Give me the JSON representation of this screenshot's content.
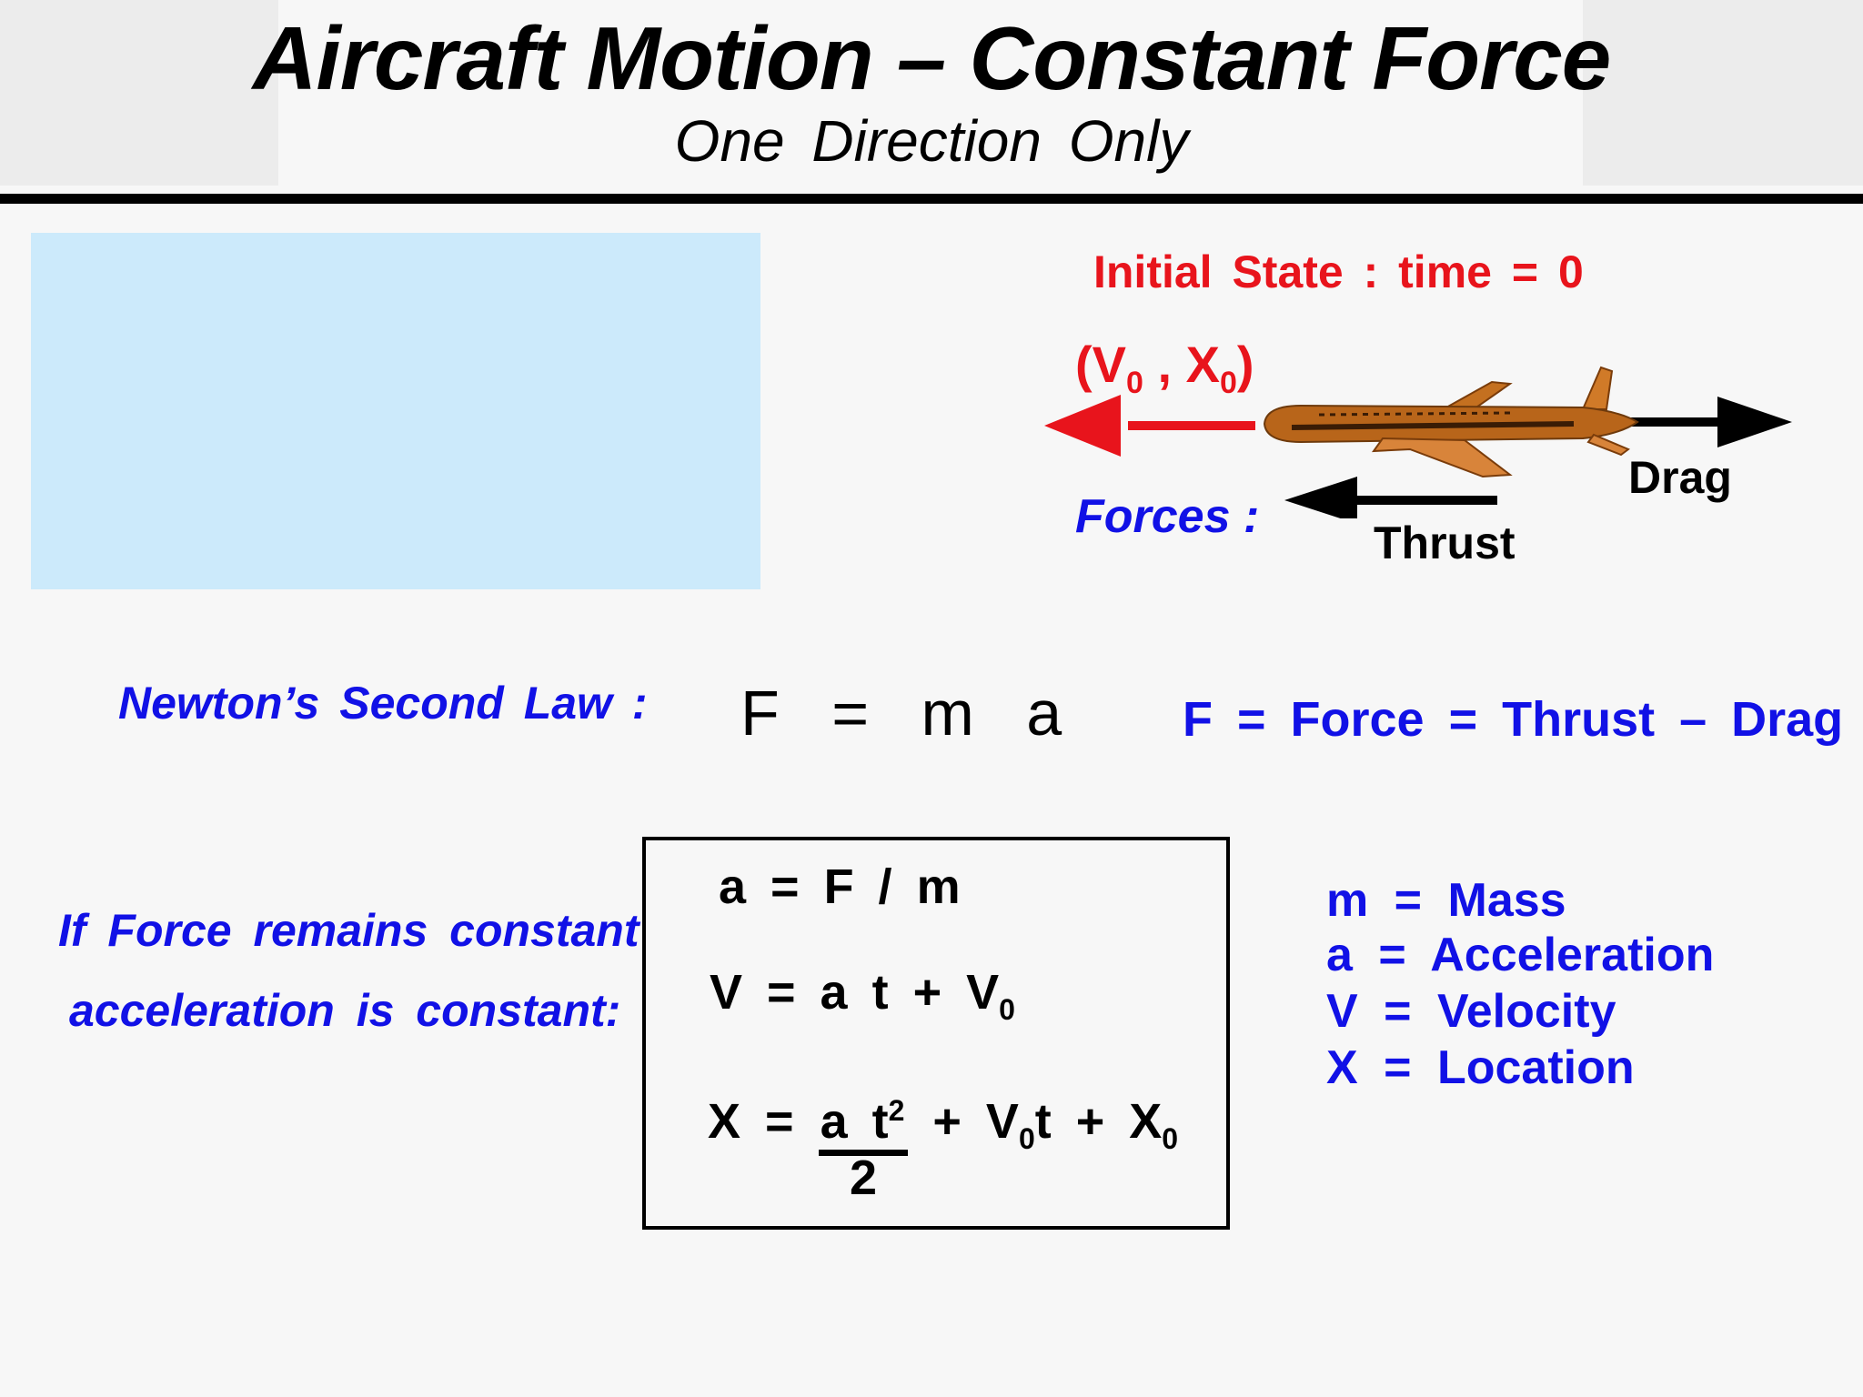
{
  "header": {
    "title": "Aircraft Motion – Constant Force",
    "subtitle": "One Direction Only"
  },
  "diagram": {
    "initial_state": "Initial State : time = 0",
    "state_open": "(V",
    "state_sub_v": "0",
    "state_mid": " , X",
    "state_sub_x": "0",
    "state_close": ")",
    "drag_label": "Drag",
    "thrust_label": "Thrust",
    "forces_label": "Forces :",
    "colors": {
      "velocity_arrow": "#e8141c",
      "force_arrows": "#000000",
      "aircraft": "#b8651a"
    }
  },
  "newton": {
    "label": "Newton’s Second Law :",
    "equation": "F = m a",
    "force_definition": "F = Force = Thrust – Drag"
  },
  "constant": {
    "line1": "If Force remains constant",
    "line2": "acceleration is constant:"
  },
  "equations": {
    "accel": "a = F / m",
    "velocity_main": "V = a t + V",
    "velocity_sub": "0",
    "position_lead": "X = ",
    "position_num": "a t",
    "position_sup": "2",
    "position_den": "2",
    "position_mid": " + V",
    "position_sub1": "0",
    "position_t": "t + X",
    "position_sub2": "0"
  },
  "definitions": {
    "m": "m = Mass",
    "a": "a = Acceleration",
    "v": "V = Velocity",
    "x": "X = Location"
  }
}
